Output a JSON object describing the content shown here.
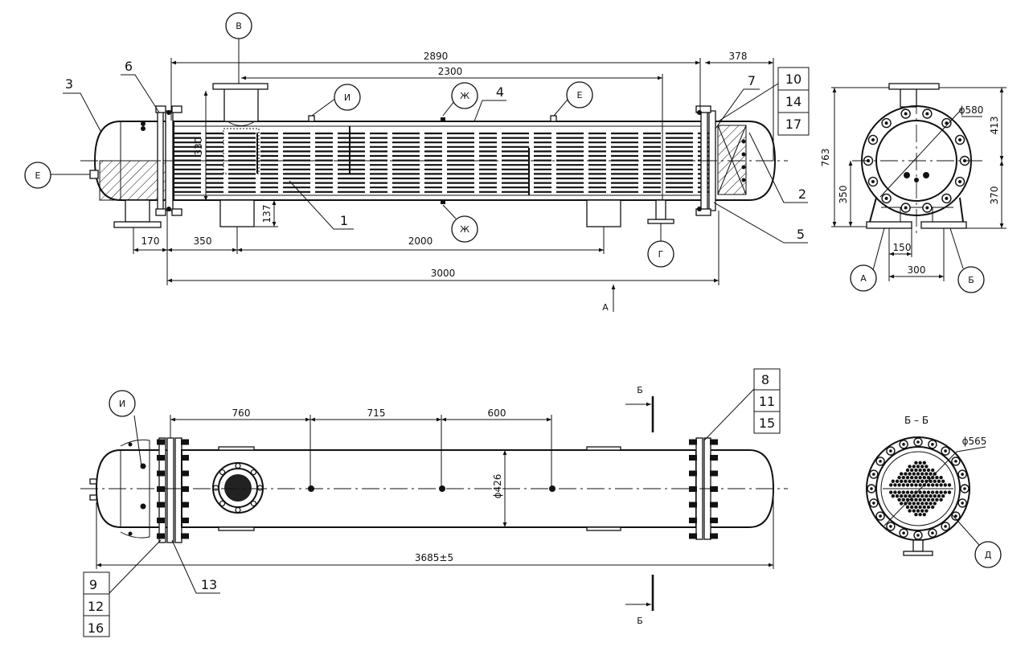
{
  "dimensions": {
    "overall_shell_flange": "2890",
    "right_cover": "378",
    "nozzle_span": "2300",
    "saddle_span": "2000",
    "saddle_offset": "350",
    "left_cover_nozzle": "170",
    "shell_length": "3000",
    "nozzle_height": "137",
    "overall_length": "3685±5",
    "top_offset_1": "760",
    "top_offset_2": "715",
    "top_offset_3": "600",
    "shell_diameter": "ϕ426",
    "side_overall_height": "763",
    "side_upper": "413",
    "side_lower_left": "350",
    "side_lower_right": "370",
    "side_flange_diameter": "ϕ580",
    "side_support_150": "150",
    "side_support_300": "300",
    "section_diameter": "ϕ565",
    "front_vertical": "330"
  },
  "position_numbers": {
    "p1": "1",
    "p2": "2",
    "p3": "3",
    "p4": "4",
    "p5": "5",
    "p6": "6",
    "p7": "7",
    "p8": "8",
    "p9": "9",
    "p10": "10",
    "p11": "11",
    "p12": "12",
    "p13": "13",
    "p14": "14",
    "p15": "15",
    "p16": "16",
    "p17": "17"
  },
  "nozzle_labels": {
    "A": "А",
    "B": "Б",
    "V": "В",
    "G": "Г",
    "D": "Д",
    "E": "Е",
    "ZH": "Ж",
    "I": "И"
  },
  "views": {
    "arrow_label": "А",
    "section_letter": "Б",
    "section_title": "Б – Б"
  }
}
